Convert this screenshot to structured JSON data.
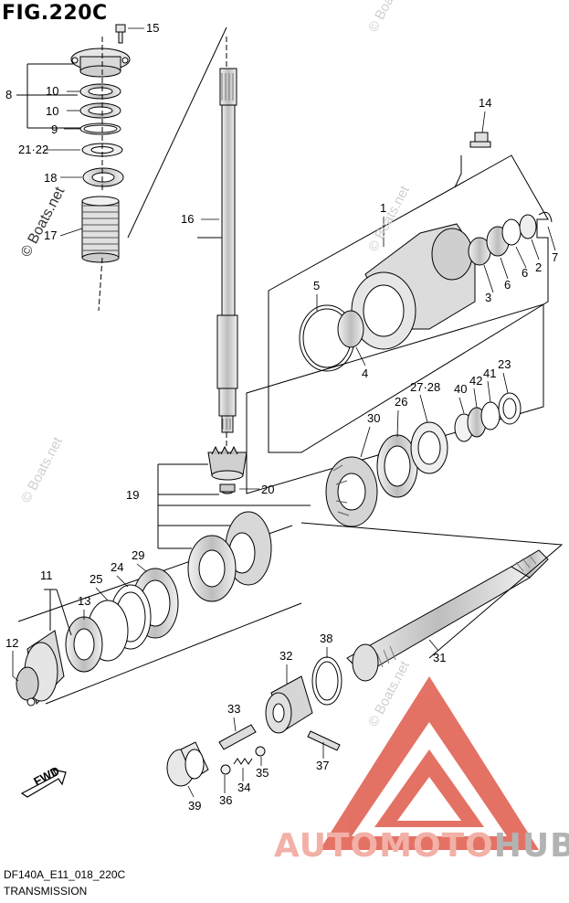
{
  "figure": {
    "title": "FIG.220C",
    "code": "DF140A_E11_018_220C",
    "name": "TRANSMISSION",
    "watermark": "© Boats.net",
    "brand_part1": "AUTOMOTO",
    "brand_part2": "HUB",
    "fwd_label": "FWD"
  },
  "callouts": [
    "15",
    "8",
    "10",
    "10",
    "9",
    "21·22",
    "18",
    "17",
    "16",
    "14",
    "1",
    "5",
    "3",
    "6",
    "6",
    "2",
    "7",
    "4",
    "27·28",
    "42",
    "41",
    "23",
    "40",
    "26",
    "30",
    "19",
    "20",
    "11",
    "24",
    "29",
    "25",
    "13",
    "12",
    "38",
    "32",
    "31",
    "33",
    "37",
    "34",
    "35",
    "36",
    "39"
  ],
  "colors": {
    "line": "#000000",
    "part_fill": "#d9d9d9",
    "brand_red": "#e05a4a",
    "brand_grey": "#9a9a9a"
  }
}
